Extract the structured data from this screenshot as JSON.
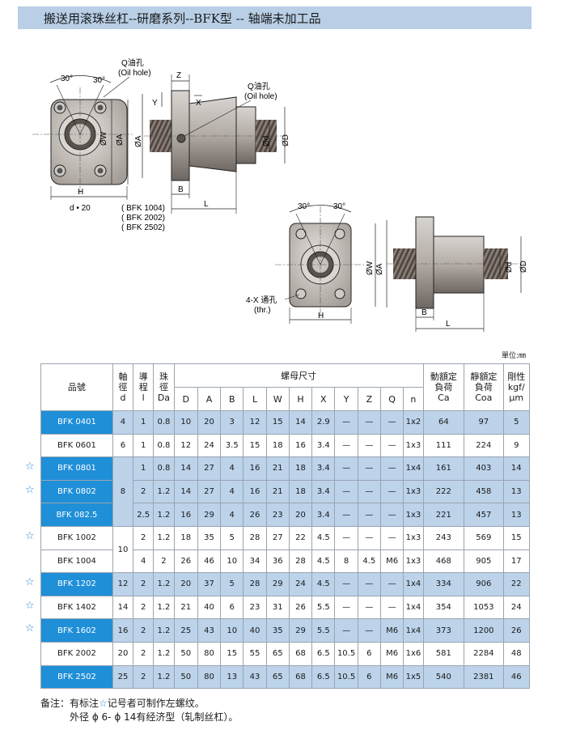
{
  "title": "搬送用滚珠丝杠--研磨系列--BFK型 -- 轴端未加工品",
  "drawing": {
    "angle_a": "30°",
    "angle_b": "30°",
    "oil_hole_q_cn": "Q油孔",
    "oil_hole_en": "(Oil hole)",
    "dim_Z": "Z",
    "dim_Y": "Y",
    "dim_X": "X",
    "dim_W": "ØW",
    "dim_A": "ØA",
    "dim_d": "Ød",
    "dim_D": "ØD",
    "dim_H": "H",
    "dim_B": "B",
    "dim_L": "L",
    "d20": "d • 20",
    "models_note": [
      "( BFK 1004)",
      "( BFK 2002)",
      "( BFK 2502)"
    ],
    "thru_hole_cn": "4-X 通孔",
    "thru_hole_en": "(thr.)"
  },
  "unit": "單位:㎜",
  "table": {
    "h_model": "品號",
    "h_shaft": [
      "軸",
      "徑",
      "d"
    ],
    "h_lead": [
      "導",
      "程",
      "l"
    ],
    "h_ball": [
      "珠",
      "徑",
      "Da"
    ],
    "h_nut": "螺母尺寸",
    "h_dyn": [
      "動額定",
      "負荷",
      "Ca"
    ],
    "h_sta": [
      "靜額定",
      "負荷",
      "Coa"
    ],
    "h_rig": [
      "剛性",
      "kgf/",
      "μm"
    ],
    "nut_cols": [
      "D",
      "A",
      "B",
      "L",
      "W",
      "H",
      "X",
      "Y",
      "Z",
      "Q",
      "n"
    ],
    "rows": [
      {
        "model": "BFK 0401",
        "d": "4",
        "l": "1",
        "Da": "0.8",
        "D": "10",
        "A": "20",
        "B": "3",
        "L": "12",
        "W": "15",
        "H": "14",
        "X": "2.9",
        "Y": "—",
        "Z": "—",
        "Q": "—",
        "n": "1x2",
        "Ca": "64",
        "Coa": "97",
        "K": "5",
        "star": false
      },
      {
        "model": "BFK 0601",
        "d": "6",
        "l": "1",
        "Da": "0.8",
        "D": "12",
        "A": "24",
        "B": "3.5",
        "L": "15",
        "W": "18",
        "H": "16",
        "X": "3.4",
        "Y": "—",
        "Z": "—",
        "Q": "—",
        "n": "1x3",
        "Ca": "111",
        "Coa": "224",
        "K": "9",
        "star": false
      },
      {
        "model": "BFK 0801",
        "d": "",
        "l": "1",
        "Da": "0.8",
        "D": "14",
        "A": "27",
        "B": "4",
        "L": "16",
        "W": "21",
        "H": "18",
        "X": "3.4",
        "Y": "—",
        "Z": "—",
        "Q": "—",
        "n": "1x4",
        "Ca": "161",
        "Coa": "403",
        "K": "14",
        "star": true
      },
      {
        "model": "BFK 0802",
        "d": "8",
        "l": "2",
        "Da": "1.2",
        "D": "14",
        "A": "27",
        "B": "4",
        "L": "16",
        "W": "21",
        "H": "18",
        "X": "3.4",
        "Y": "—",
        "Z": "—",
        "Q": "—",
        "n": "1x3",
        "Ca": "222",
        "Coa": "458",
        "K": "13",
        "star": true
      },
      {
        "model": "BFK 082.5",
        "d": "",
        "l": "2.5",
        "Da": "1.2",
        "D": "16",
        "A": "29",
        "B": "4",
        "L": "26",
        "W": "23",
        "H": "20",
        "X": "3.4",
        "Y": "—",
        "Z": "—",
        "Q": "—",
        "n": "1x3",
        "Ca": "221",
        "Coa": "457",
        "K": "13",
        "star": false
      },
      {
        "model": "BFK 1002",
        "d": "10",
        "l": "2",
        "Da": "1.2",
        "D": "18",
        "A": "35",
        "B": "5",
        "L": "28",
        "W": "27",
        "H": "22",
        "X": "4.5",
        "Y": "—",
        "Z": "—",
        "Q": "—",
        "n": "1x3",
        "Ca": "243",
        "Coa": "569",
        "K": "15",
        "star": true
      },
      {
        "model": "BFK 1004",
        "d": "",
        "l": "4",
        "Da": "2",
        "D": "26",
        "A": "46",
        "B": "10",
        "L": "34",
        "W": "36",
        "H": "28",
        "X": "4.5",
        "Y": "8",
        "Z": "4.5",
        "Q": "M6",
        "n": "1x3",
        "Ca": "468",
        "Coa": "905",
        "K": "17",
        "star": false
      },
      {
        "model": "BFK 1202",
        "d": "12",
        "l": "2",
        "Da": "1.2",
        "D": "20",
        "A": "37",
        "B": "5",
        "L": "28",
        "W": "29",
        "H": "24",
        "X": "4.5",
        "Y": "—",
        "Z": "—",
        "Q": "—",
        "n": "1x4",
        "Ca": "334",
        "Coa": "906",
        "K": "22",
        "star": true
      },
      {
        "model": "BFK 1402",
        "d": "14",
        "l": "2",
        "Da": "1.2",
        "D": "21",
        "A": "40",
        "B": "6",
        "L": "23",
        "W": "31",
        "H": "26",
        "X": "5.5",
        "Y": "—",
        "Z": "—",
        "Q": "—",
        "n": "1x4",
        "Ca": "354",
        "Coa": "1053",
        "K": "24",
        "star": true
      },
      {
        "model": "BFK 1602",
        "d": "16",
        "l": "2",
        "Da": "1.2",
        "D": "25",
        "A": "43",
        "B": "10",
        "L": "40",
        "W": "35",
        "H": "29",
        "X": "5.5",
        "Y": "—",
        "Z": "—",
        "Q": "M6",
        "n": "1x4",
        "Ca": "373",
        "Coa": "1200",
        "K": "26",
        "star": true
      },
      {
        "model": "BFK 2002",
        "d": "20",
        "l": "2",
        "Da": "1.2",
        "D": "50",
        "A": "80",
        "B": "15",
        "L": "55",
        "W": "65",
        "H": "68",
        "X": "6.5",
        "Y": "10.5",
        "Z": "6",
        "Q": "M6",
        "n": "1x6",
        "Ca": "581",
        "Coa": "2284",
        "K": "48",
        "star": false
      },
      {
        "model": "BFK 2502",
        "d": "25",
        "l": "2",
        "Da": "1.2",
        "D": "50",
        "A": "80",
        "B": "13",
        "L": "43",
        "W": "65",
        "H": "68",
        "X": "6.5",
        "Y": "10.5",
        "Z": "6",
        "Q": "M6",
        "n": "1x5",
        "Ca": "540",
        "Coa": "2381",
        "K": "46",
        "star": false
      }
    ]
  },
  "star_glyph": "☆",
  "note": {
    "line1_prefix": "备注：有标注",
    "line1_star": "☆",
    "line1_suffix": "记号者可制作左螺纹。",
    "line2": "外径 ɸ 6- ɸ 14有经济型（轧制丝杠）。"
  }
}
